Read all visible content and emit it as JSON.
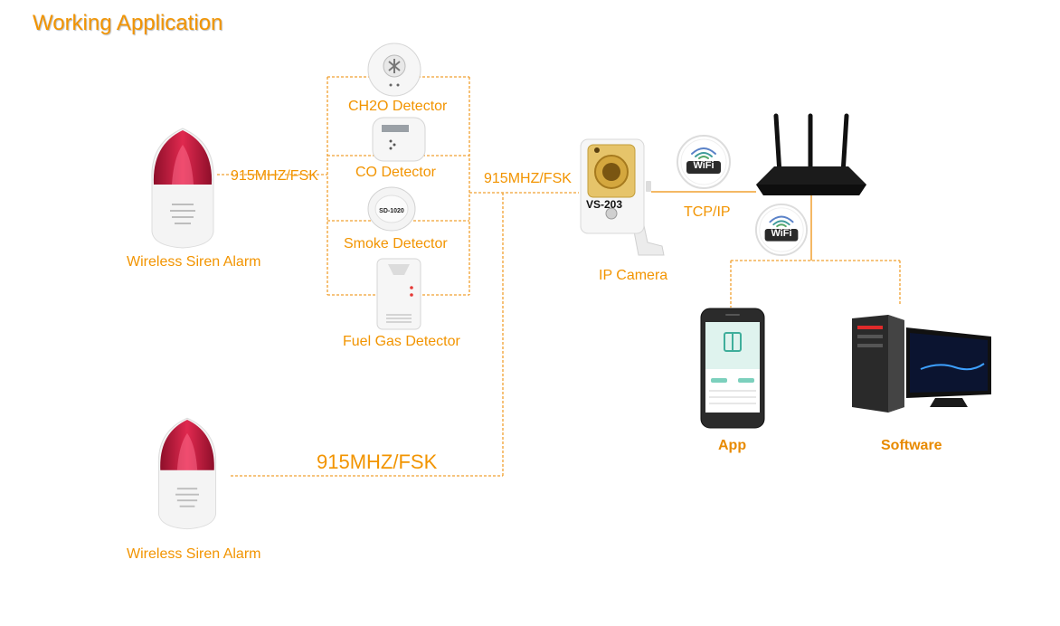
{
  "title": "Working Application",
  "colors": {
    "accent": "#f29400",
    "line": "#f0a030",
    "siren_red": "#c8173a"
  },
  "labels": {
    "siren_top": "Wireless Siren Alarm",
    "siren_bottom": "Wireless Siren Alarm",
    "freq_left": "915MHZ/FSK",
    "freq_mid": "915MHZ/FSK",
    "freq_bottom": "915MHZ/FSK",
    "ch2o": "CH2O Detector",
    "co": "CO Detector",
    "smoke": "Smoke Detector",
    "smoke_model": "SD-1020",
    "fuel": "Fuel Gas Detector",
    "camera_model": "VS-203",
    "camera": "IP Camera",
    "tcpip": "TCP/IP",
    "wifi_1": "WiFi",
    "wifi_2": "WiFi",
    "app": "App",
    "software": "Software"
  },
  "icons": [
    "siren-icon",
    "ch2o-detector-icon",
    "co-detector-icon",
    "smoke-detector-icon",
    "fuel-gas-detector-icon",
    "ip-camera-icon",
    "wifi-badge-icon",
    "router-icon",
    "smartphone-icon",
    "desktop-computer-icon"
  ]
}
